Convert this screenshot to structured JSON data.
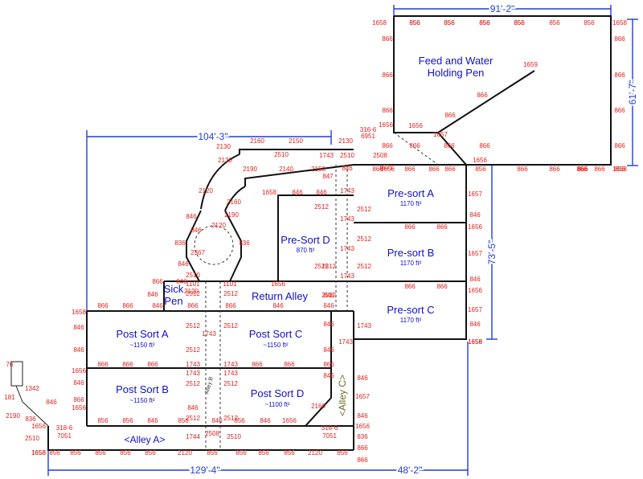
{
  "pens": [
    {
      "id": "feed",
      "lines": [
        "Feed and Water",
        "Holding Pen"
      ],
      "area": ""
    },
    {
      "id": "presort-a",
      "lines": [
        "Pre-sort A"
      ],
      "area": "1170 ft²"
    },
    {
      "id": "presort-b",
      "lines": [
        "Pre-sort B"
      ],
      "area": "1170 ft²"
    },
    {
      "id": "presort-c",
      "lines": [
        "Pre-sort C"
      ],
      "area": "1170 ft²"
    },
    {
      "id": "presort-d",
      "lines": [
        "Pre-Sort D"
      ],
      "area": "870 ft²"
    },
    {
      "id": "return",
      "lines": [
        "Return Alley"
      ],
      "area": ""
    },
    {
      "id": "sick",
      "lines": [
        "Sick",
        "Pen"
      ],
      "area": ""
    },
    {
      "id": "postsort-a",
      "lines": [
        "Post Sort A"
      ],
      "area": "~1150 ft²"
    },
    {
      "id": "postsort-b",
      "lines": [
        "Post Sort B"
      ],
      "area": "~1150 ft²"
    },
    {
      "id": "postsort-c",
      "lines": [
        "Post Sort C"
      ],
      "area": "~1150 ft²"
    },
    {
      "id": "postsort-d",
      "lines": [
        "Post Sort D"
      ],
      "area": "~1100 ft²"
    }
  ],
  "alleys": {
    "a": "<Alley A>",
    "b": "Alley B",
    "c": "<Alley C>"
  },
  "dimensions": {
    "top": "91'-2\"",
    "upper": "104'-3\"",
    "right_upper": "61'-7\"",
    "right_lower": "73'-5\"",
    "bottom_left": "129'-4\"",
    "bottom_right": "48'-2\""
  },
  "codes": [
    "1658",
    "856",
    "856",
    "856",
    "856",
    "856",
    "856",
    "856",
    "856",
    "856",
    "856",
    "1658",
    "866",
    "866",
    "866",
    "866",
    "866",
    "866",
    "866",
    "866",
    "866",
    "866",
    "1659",
    "866",
    "866",
    "866",
    "316-6",
    "6951",
    "1656",
    "1656",
    "1657",
    "1656",
    "2508",
    "1656",
    "1671",
    "866",
    "866",
    "866",
    "856",
    "866",
    "866",
    "866",
    "866",
    "866",
    "856",
    "1658",
    "2130",
    "2160",
    "2150",
    "1743",
    "2130",
    "2510",
    "2130",
    "2190",
    "2140",
    "2150",
    "2510",
    "2120",
    "2160",
    "2190",
    "2120",
    "847",
    "1743",
    "1658",
    "846",
    "846",
    "846",
    "2512",
    "2512",
    "1743",
    "2512",
    "1743",
    "2512",
    "1743",
    "2512",
    "1743",
    "846",
    "846",
    "2510",
    "2120",
    "836",
    "2367",
    "836",
    "846",
    "846",
    "866",
    "1101",
    "1101",
    "1656",
    "866",
    "866",
    "866",
    "866",
    "866",
    "1656",
    "1657",
    "846",
    "1656",
    "1657",
    "846",
    "1656",
    "1657",
    "846",
    "1658",
    "1658",
    "866",
    "866",
    "846",
    "2512",
    "2512",
    "846",
    "866",
    "866",
    "846",
    "846",
    "846",
    "2512",
    "2512",
    "846",
    "2512",
    "1743",
    "2512",
    "846",
    "1743",
    "846",
    "846",
    "2512",
    "846",
    "866",
    "866",
    "866",
    "1743",
    "1743",
    "866",
    "866",
    "866",
    "846",
    "1656",
    "1656",
    "1743",
    "1743",
    "2512",
    "2512",
    "846",
    "1657",
    "846",
    "846",
    "2512",
    "2512",
    "866",
    "2160",
    "1656",
    "856",
    "856",
    "846",
    "856",
    "846",
    "856",
    "846",
    "1656",
    "318-6",
    "7051",
    "318-6",
    "7051",
    "1744",
    "2508",
    "2510",
    "836",
    "1658",
    "856",
    "856",
    "856",
    "856",
    "856",
    "2120",
    "856",
    "856",
    "856",
    "856",
    "2120",
    "856",
    "76",
    "181",
    "1342",
    "846",
    "2190",
    "836",
    "2510",
    "1656",
    "1658",
    "866",
    "866"
  ]
}
